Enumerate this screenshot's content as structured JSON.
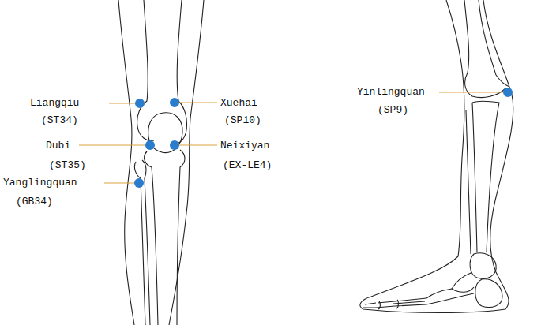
{
  "diagram": {
    "labels": [
      "Liangqiu",
      "(ST34)",
      "Xuehai",
      "(SP10)",
      "Dubi",
      "(ST35)",
      "Neixiyan",
      "(EX-LE4)",
      "Yanglingquan",
      "(GB34)",
      "Yinlingquan",
      "(SP9)"
    ]
  }
}
